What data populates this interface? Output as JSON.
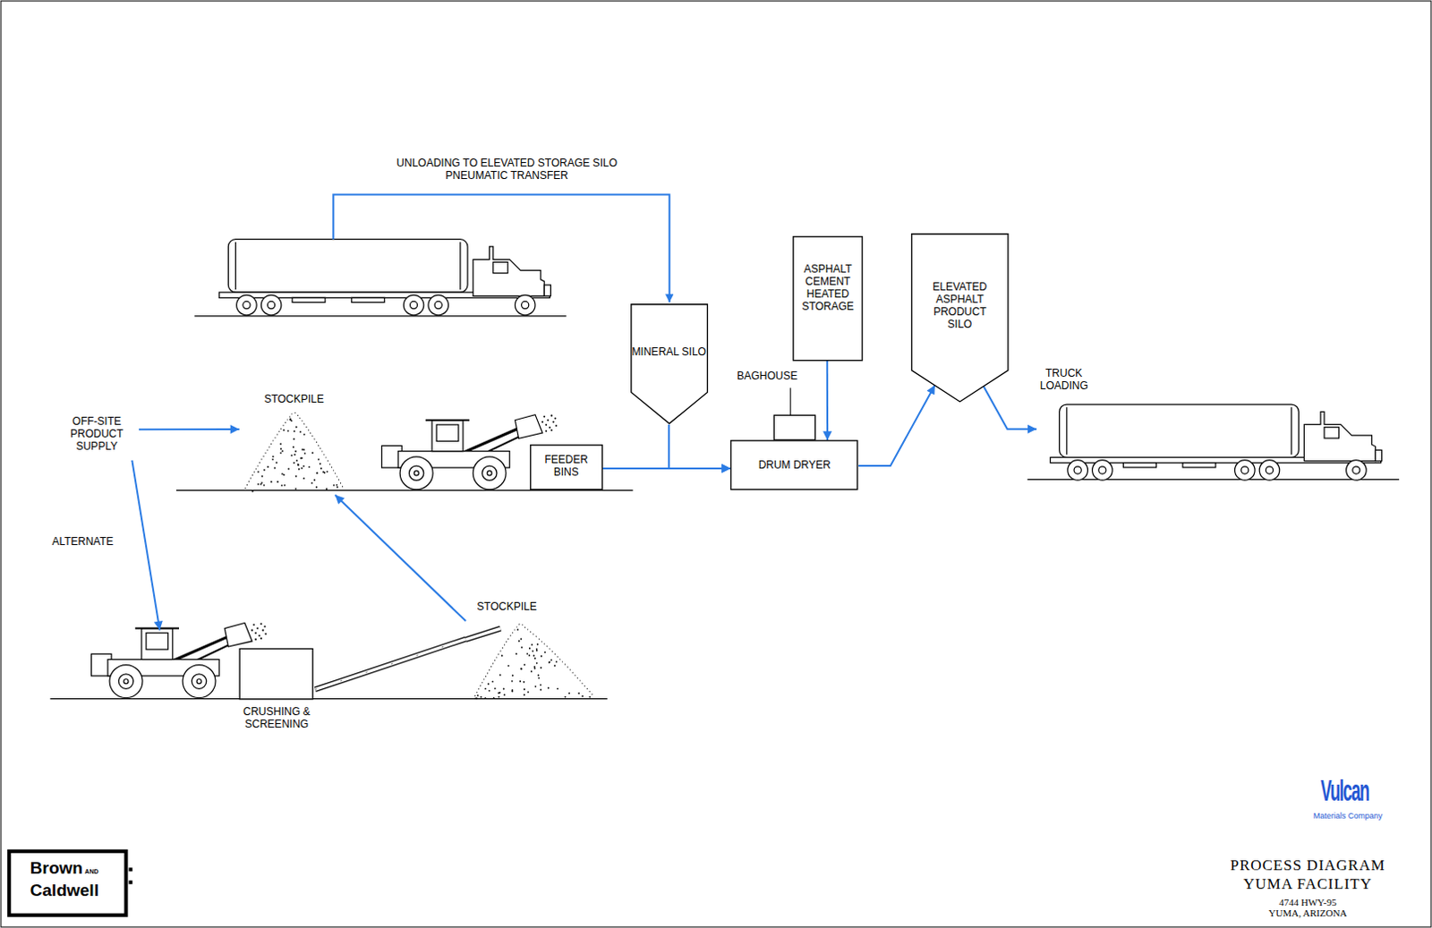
{
  "diagram": {
    "title": "PROCESS DIAGRAM",
    "nodes": [
      {
        "text": [
          "MINERAL SILO"
        ]
      },
      {
        "text": [
          "ASPHALT CEMENT HEATED STORAGE"
        ]
      },
      {
        "text": [
          "ELEVATED ASPHALT PRODUCT SILO"
        ]
      },
      {
        "text": [
          "OFF-SITE PRODUCT SUPPLY"
        ]
      },
      {
        "text": [
          "STOCKPILE"
        ]
      },
      {
        "text": [
          "BAGHOUSE"
        ]
      },
      {
        "text": [
          "FEEDER BINS"
        ]
      },
      {
        "text": [
          "DRUM DRYER"
        ]
      },
      {
        "text": [
          "TRUCK LOADING"
        ]
      },
      {
        "text": [
          "STOCKPILE"
        ]
      },
      {
        "text": [
          "CRUSHING & SCREENING"
        ]
      }
    ],
    "edges": [
      {
        "from": 3,
        "to": 4,
        "arrow": "to"
      },
      {
        "from": 3,
        "to": 10,
        "label": "ALTERNATE",
        "arrow": "to"
      },
      {
        "from": 10,
        "to": 9,
        "arrow": "none"
      },
      {
        "from": 9,
        "to": 4,
        "arrow": "to"
      },
      {
        "from": 6,
        "to": 7,
        "arrow": "to"
      },
      {
        "from": 0,
        "to": 7,
        "arrow": "to"
      },
      {
        "from": 1,
        "to": 7,
        "arrow": "to"
      },
      {
        "from": 7,
        "to": 2,
        "arrow": "to"
      },
      {
        "from": 2,
        "to": 8,
        "arrow": "to"
      }
    ],
    "labels": [
      "UNLOADING TO ELEVATED STORAGE SILO PNEUMATIC TRANSFER",
      "YUMA FACILITY",
      "4744 HWY-95",
      "YUMA, ARIZONA",
      "Vulcan",
      "Materials Company",
      "Brown",
      "AND",
      "Caldwell"
    ]
  }
}
